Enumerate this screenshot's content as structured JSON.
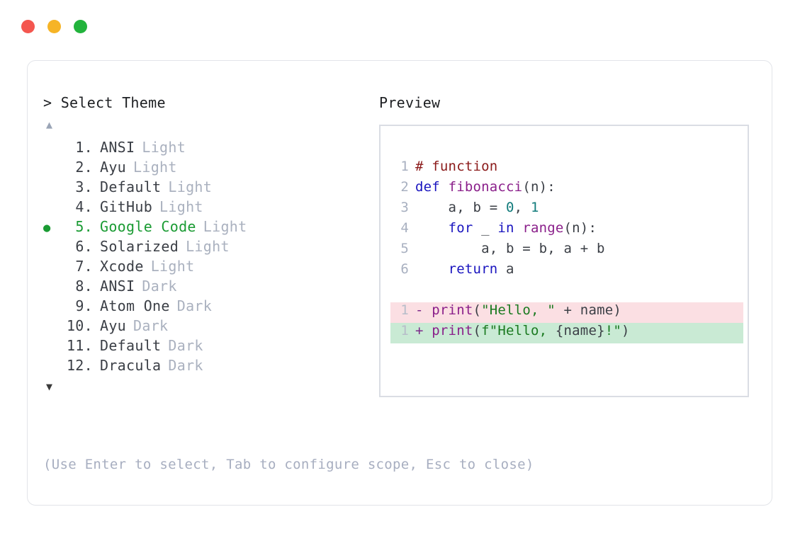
{
  "window": {
    "dots": [
      {
        "name": "close",
        "color": "#f4564f"
      },
      {
        "name": "minimize",
        "color": "#f6b426"
      },
      {
        "name": "maximize",
        "color": "#22b33c"
      }
    ]
  },
  "picker": {
    "prompt_marker": ">",
    "prompt_label": "Select Theme",
    "scroll_up_glyph": "▲",
    "scroll_down_glyph": "▼",
    "selected_index": 5,
    "selected_bullet": "●",
    "items": [
      {
        "number": "1.",
        "name": "ANSI",
        "variant": "Light",
        "selected": false
      },
      {
        "number": "2.",
        "name": "Ayu",
        "variant": "Light",
        "selected": false
      },
      {
        "number": "3.",
        "name": "Default",
        "variant": "Light",
        "selected": false
      },
      {
        "number": "4.",
        "name": "GitHub",
        "variant": "Light",
        "selected": false
      },
      {
        "number": "5.",
        "name": "Google Code",
        "variant": "Light",
        "selected": true
      },
      {
        "number": "6.",
        "name": "Solarized",
        "variant": "Light",
        "selected": false
      },
      {
        "number": "7.",
        "name": "Xcode",
        "variant": "Light",
        "selected": false
      },
      {
        "number": "8.",
        "name": "ANSI",
        "variant": "Dark",
        "selected": false
      },
      {
        "number": "9.",
        "name": "Atom One",
        "variant": "Dark",
        "selected": false
      },
      {
        "number": "10.",
        "name": "Ayu",
        "variant": "Dark",
        "selected": false
      },
      {
        "number": "11.",
        "name": "Default",
        "variant": "Dark",
        "selected": false
      },
      {
        "number": "12.",
        "name": "Dracula",
        "variant": "Dark",
        "selected": false
      }
    ],
    "hint": "(Use Enter to select, Tab to configure scope, Esc to close)"
  },
  "preview": {
    "heading": "Preview",
    "code_lines": [
      {
        "gutter": "1",
        "tokens": [
          {
            "t": "# function",
            "c": "t-comment"
          }
        ]
      },
      {
        "gutter": "2",
        "tokens": [
          {
            "t": "def ",
            "c": "t-kw"
          },
          {
            "t": "fibonacci",
            "c": "t-fn"
          },
          {
            "t": "(n):",
            "c": "t-plain"
          }
        ]
      },
      {
        "gutter": "3",
        "tokens": [
          {
            "t": "    a, b = ",
            "c": "t-plain"
          },
          {
            "t": "0",
            "c": "t-num"
          },
          {
            "t": ", ",
            "c": "t-plain"
          },
          {
            "t": "1",
            "c": "t-num"
          }
        ]
      },
      {
        "gutter": "4",
        "tokens": [
          {
            "t": "    ",
            "c": "t-plain"
          },
          {
            "t": "for",
            "c": "t-kw"
          },
          {
            "t": " _ ",
            "c": "t-plain"
          },
          {
            "t": "in",
            "c": "t-kw"
          },
          {
            "t": " ",
            "c": "t-plain"
          },
          {
            "t": "range",
            "c": "t-fn"
          },
          {
            "t": "(n):",
            "c": "t-plain"
          }
        ]
      },
      {
        "gutter": "5",
        "tokens": [
          {
            "t": "        a, b = b, a + b",
            "c": "t-plain"
          }
        ]
      },
      {
        "gutter": "6",
        "tokens": [
          {
            "t": "    ",
            "c": "t-plain"
          },
          {
            "t": "return",
            "c": "t-kw"
          },
          {
            "t": " a",
            "c": "t-plain"
          }
        ]
      }
    ],
    "diff_lines": [
      {
        "kind": "del",
        "gutter": "1",
        "marker": "-",
        "tokens": [
          {
            "t": "print",
            "c": "t-fn"
          },
          {
            "t": "(",
            "c": "t-plain"
          },
          {
            "t": "\"Hello, \"",
            "c": "t-str"
          },
          {
            "t": " + name)",
            "c": "t-plain"
          }
        ]
      },
      {
        "kind": "add",
        "gutter": "1",
        "marker": "+",
        "tokens": [
          {
            "t": "print",
            "c": "t-fn"
          },
          {
            "t": "(",
            "c": "t-plain"
          },
          {
            "t": "f\"Hello, ",
            "c": "t-str"
          },
          {
            "t": "{name}",
            "c": "t-plain"
          },
          {
            "t": "!\"",
            "c": "t-str"
          },
          {
            "t": ")",
            "c": "t-plain"
          }
        ]
      }
    ]
  },
  "colors": {
    "accent_green": "#1a9b33",
    "diff_del_bg": "#fbdfe3",
    "diff_add_bg": "#c9ead4",
    "card_border": "#e2e4e9",
    "preview_border": "#dadde4",
    "muted_text": "#aab1bf"
  }
}
